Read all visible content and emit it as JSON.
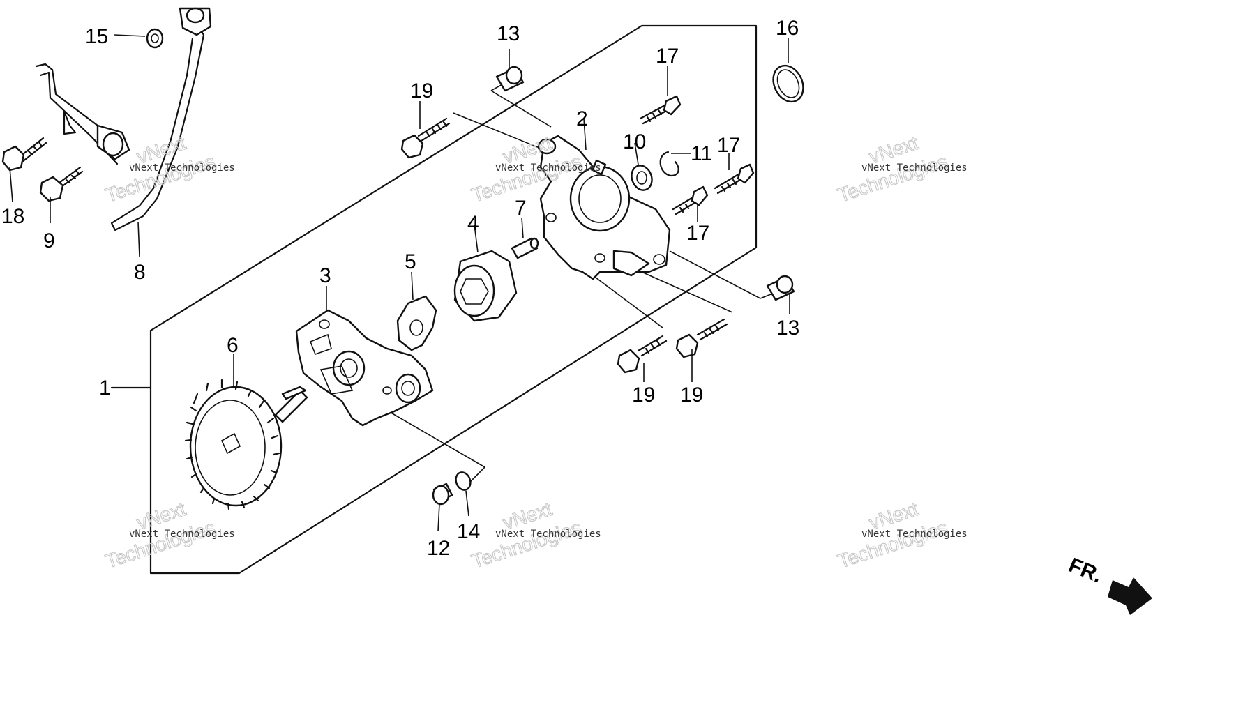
{
  "callouts": {
    "p1": "1",
    "p2": "2",
    "p3": "3",
    "p4": "4",
    "p5": "5",
    "p6": "6",
    "p7": "7",
    "p8": "8",
    "p9": "9",
    "p10": "10",
    "p11": "11",
    "p12": "12",
    "p13a": "13",
    "p13b": "13",
    "p14": "14",
    "p15": "15",
    "p16": "16",
    "p17a": "17",
    "p17b": "17",
    "p17c": "17",
    "p18": "18",
    "p19a": "19",
    "p19b": "19",
    "p19c": "19"
  },
  "front_indicator": "FR.",
  "watermark": {
    "line1": "vNext Technologies",
    "line2": "vNext",
    "line3": "Technologies"
  }
}
